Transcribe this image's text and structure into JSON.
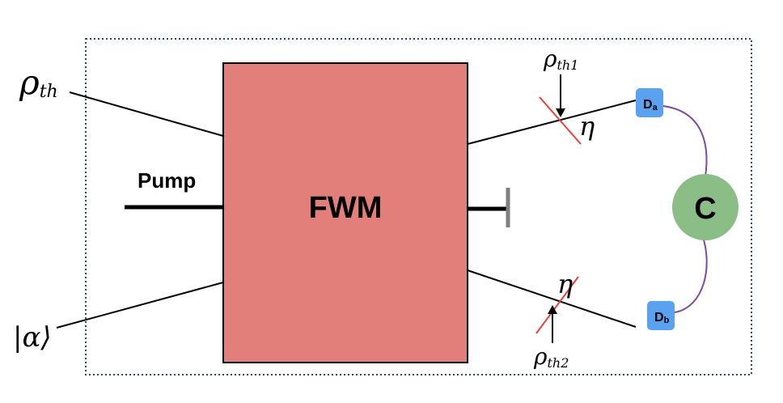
{
  "colors": {
    "box_fill": "#e37f7a",
    "beam_splitter": "#e8423a",
    "detector_fill": "#5aa2ef",
    "coincidence_fill": "#8bbd86",
    "wire": "#7b4aa3",
    "block": "#7f7f7f",
    "frame": "#2c4a66"
  },
  "labels": {
    "thermal_input_main": "ρ",
    "thermal_input_sub": "th",
    "coherent_input": "|α⟩",
    "pump": "Pump",
    "fwm": "FWM",
    "rho_th1_main": "ρ",
    "rho_th1_sub": "th1",
    "rho_th2_main": "ρ",
    "rho_th2_sub": "th2",
    "eta_top": "η",
    "eta_bottom": "η",
    "detector_a_main": "D",
    "detector_a_sub": "a",
    "detector_b_main": "D",
    "detector_b_sub": "b",
    "coincidence": "C"
  }
}
